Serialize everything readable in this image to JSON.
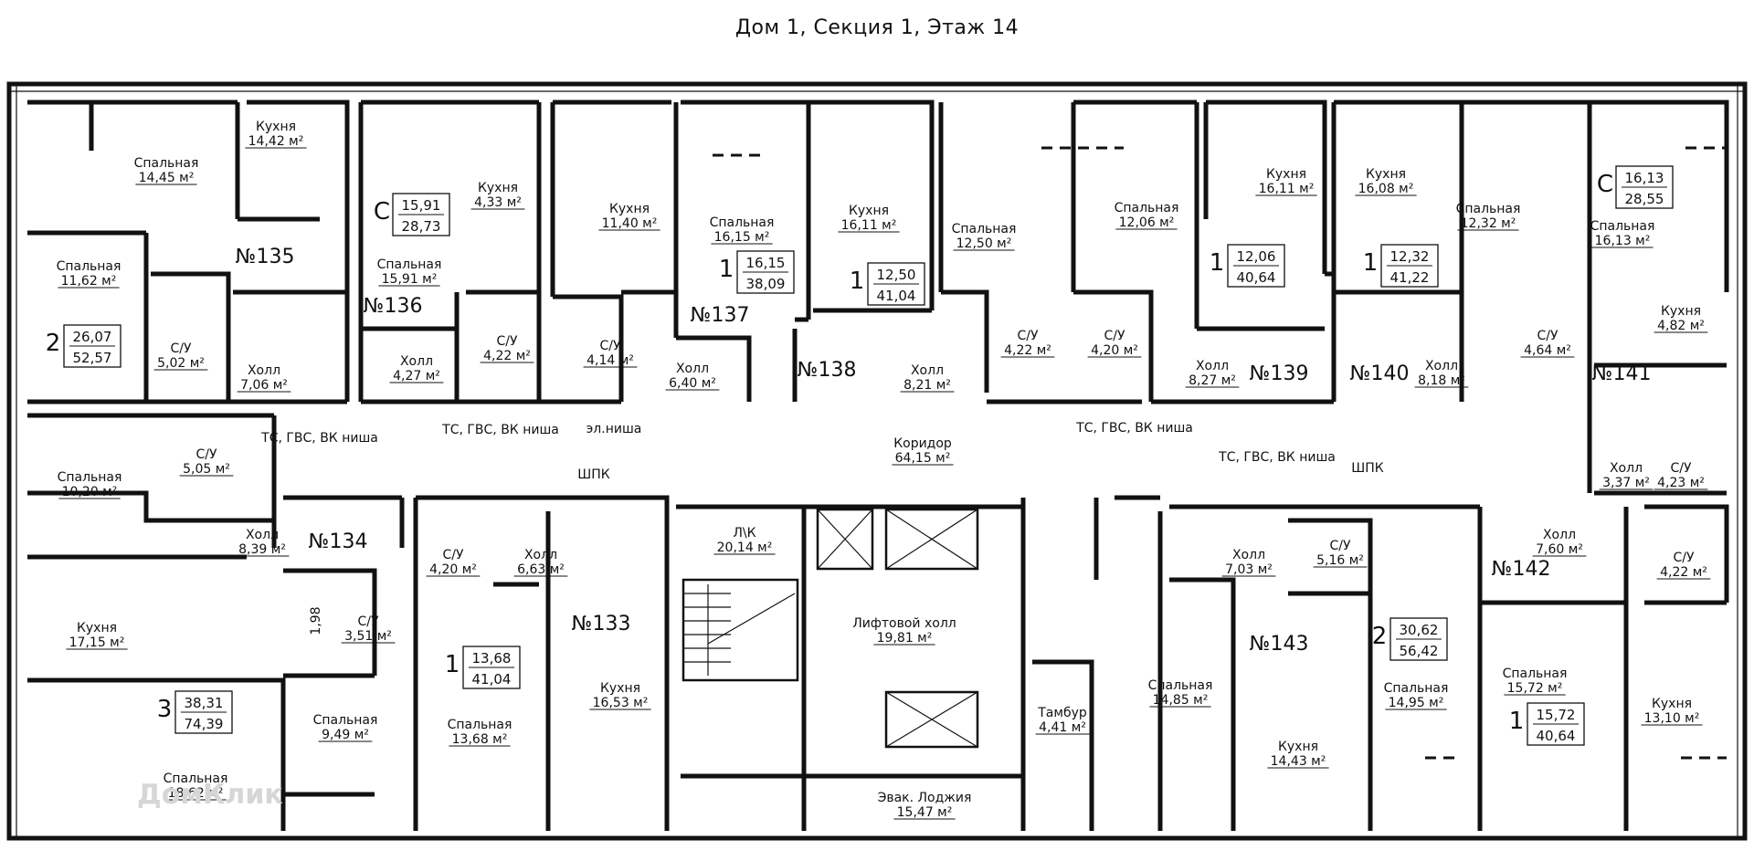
{
  "title": "Дом 1, Секция 1, Этаж 14",
  "watermark": "ДомКлик",
  "apartments": [
    {
      "id": "apt-135",
      "label": "№135"
    },
    {
      "id": "apt-136",
      "label": "№136"
    },
    {
      "id": "apt-137",
      "label": "№137"
    },
    {
      "id": "apt-138",
      "label": "№138"
    },
    {
      "id": "apt-139",
      "label": "№139"
    },
    {
      "id": "apt-140",
      "label": "№140"
    },
    {
      "id": "apt-141",
      "label": "№141"
    },
    {
      "id": "apt-142",
      "label": "№142"
    },
    {
      "id": "apt-143",
      "label": "№143"
    },
    {
      "id": "apt-133",
      "label": "№133"
    },
    {
      "id": "apt-134",
      "label": "№134"
    }
  ],
  "area_boxes": [
    {
      "rooms": "2",
      "living": "26,07",
      "total": "52,57"
    },
    {
      "rooms": "С",
      "living": "15,91",
      "total": "28,73"
    },
    {
      "rooms": "1",
      "living": "16,15",
      "total": "38,09"
    },
    {
      "rooms": "1",
      "living": "12,50",
      "total": "41,04"
    },
    {
      "rooms": "1",
      "living": "12,06",
      "total": "40,64"
    },
    {
      "rooms": "1",
      "living": "12,32",
      "total": "41,22"
    },
    {
      "rooms": "С",
      "living": "16,13",
      "total": "28,55"
    },
    {
      "rooms": "3",
      "living": "38,31",
      "total": "74,39"
    },
    {
      "rooms": "1",
      "living": "13,68",
      "total": "41,04"
    },
    {
      "rooms": "2",
      "living": "30,62",
      "total": "56,42"
    },
    {
      "rooms": "1",
      "living": "15,72",
      "total": "40,64"
    }
  ],
  "rooms": [
    {
      "name": "Спальная",
      "area": "14,45 м²"
    },
    {
      "name": "Кухня",
      "area": "14,42 м²"
    },
    {
      "name": "Спальная",
      "area": "11,62 м²"
    },
    {
      "name": "С/У",
      "area": "5,02 м²"
    },
    {
      "name": "Холл",
      "area": "7,06 м²"
    },
    {
      "name": "Кухня",
      "area": "4,33 м²"
    },
    {
      "name": "Спальная",
      "area": "15,91 м²"
    },
    {
      "name": "Холл",
      "area": "4,27 м²"
    },
    {
      "name": "С/У",
      "area": "4,22 м²"
    },
    {
      "name": "Кухня",
      "area": "11,40 м²"
    },
    {
      "name": "С/У",
      "area": "4,14 м²"
    },
    {
      "name": "Спальная",
      "area": "16,15 м²"
    },
    {
      "name": "Холл",
      "area": "6,40 м²"
    },
    {
      "name": "Кухня",
      "area": "16,11 м²"
    },
    {
      "name": "Холл",
      "area": "8,21 м²"
    },
    {
      "name": "Спальная",
      "area": "12,50 м²"
    },
    {
      "name": "С/У",
      "area": "4,22 м²"
    },
    {
      "name": "Спальная",
      "area": "12,06 м²"
    },
    {
      "name": "С/У",
      "area": "4,20 м²"
    },
    {
      "name": "Холл",
      "area": "8,27 м²"
    },
    {
      "name": "Кухня",
      "area": "16,11 м²"
    },
    {
      "name": "Кухня",
      "area": "16,08 м²"
    },
    {
      "name": "Холл",
      "area": "8,18 м²"
    },
    {
      "name": "Спальная",
      "area": "12,32 м²"
    },
    {
      "name": "С/У",
      "area": "4,64 м²"
    },
    {
      "name": "Спальная",
      "area": "16,13 м²"
    },
    {
      "name": "Кухня",
      "area": "4,82 м²"
    },
    {
      "name": "Холл",
      "area": "3,37 м²"
    },
    {
      "name": "С/У",
      "area": "4,23 м²"
    },
    {
      "name": "Спальная",
      "area": "10,20 м²"
    },
    {
      "name": "С/У",
      "area": "5,05 м²"
    },
    {
      "name": "Холл",
      "area": "8,39 м²"
    },
    {
      "name": "Кухня",
      "area": "17,15 м²"
    },
    {
      "name": "С/У",
      "area": "3,51 м²"
    },
    {
      "name": "Спальная",
      "area": "9,49 м²"
    },
    {
      "name": "Спальная",
      "area": "18,62 м²"
    },
    {
      "name": "С/У",
      "area": "4,20 м²"
    },
    {
      "name": "Холл",
      "area": "6,63 м²"
    },
    {
      "name": "Спальная",
      "area": "13,68 м²"
    },
    {
      "name": "Кухня",
      "area": "16,53 м²"
    },
    {
      "name": "Л\\К",
      "area": "20,14 м²"
    },
    {
      "name": "Лифтовой холл",
      "area": "19,81 м²"
    },
    {
      "name": "Тамбур",
      "area": "4,41 м²"
    },
    {
      "name": "Эвак. Лоджия",
      "area": "15,47 м²"
    },
    {
      "name": "Коридор",
      "area": "64,15 м²"
    },
    {
      "name": "Холл",
      "area": "7,03 м²"
    },
    {
      "name": "С/У",
      "area": "5,16 м²"
    },
    {
      "name": "Спальная",
      "area": "14,85 м²"
    },
    {
      "name": "Спальная",
      "area": "14,95 м²"
    },
    {
      "name": "Кухня",
      "area": "14,43 м²"
    },
    {
      "name": "Холл",
      "area": "7,60 м²"
    },
    {
      "name": "С/У",
      "area": "4,22 м²"
    },
    {
      "name": "Спальная",
      "area": "15,72 м²"
    },
    {
      "name": "Кухня",
      "area": "13,10 м²"
    }
  ],
  "notes": {
    "niche": "ТС, ГВС, ВК ниша",
    "shpk": "ШПК",
    "elnisha": "эл.ниша",
    "dim": "1,98"
  }
}
